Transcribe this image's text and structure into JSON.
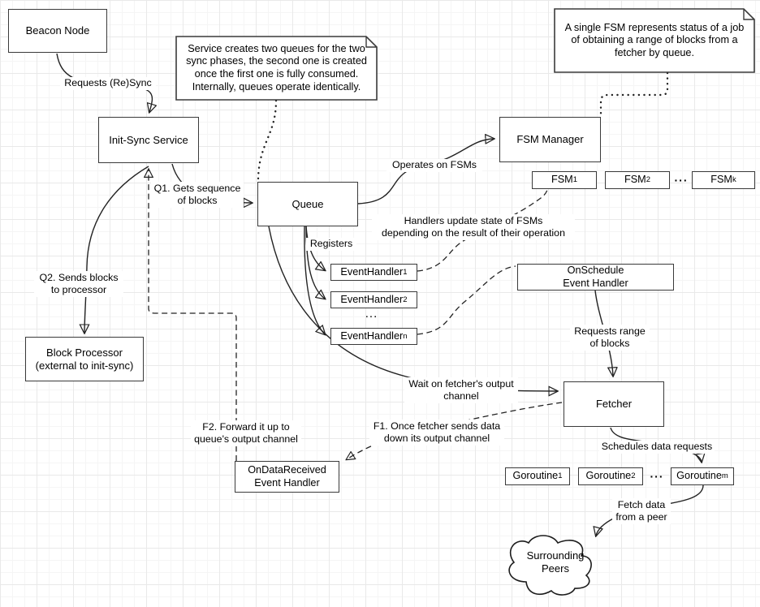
{
  "diagram": {
    "nodes": {
      "beacon_node": {
        "label": "Beacon Node"
      },
      "init_sync": {
        "label": "Init-Sync Service"
      },
      "fsm_manager": {
        "label": "FSM Manager"
      },
      "queue": {
        "label": "Queue"
      },
      "block_processor": {
        "label": "Block Processor\n(external to init-sync)"
      },
      "fetcher": {
        "label": "Fetcher"
      },
      "onschedule": {
        "label": "OnSchedule\nEvent Handler"
      },
      "ondatareceived": {
        "label": "OnDataReceived\nEvent Handler"
      },
      "surrounding_peers": {
        "label": "Surrounding\nPeers"
      },
      "fsm1": {
        "base": "FSM",
        "sub": "1"
      },
      "fsm2": {
        "base": "FSM",
        "sub": "2"
      },
      "fsmk": {
        "base": "FSM",
        "sub": "k"
      },
      "fsm_ellipsis": "···",
      "eh1": {
        "base": "EventHandler",
        "sub": "1"
      },
      "eh2": {
        "base": "EventHandler",
        "sub": "2"
      },
      "ehn": {
        "base": "EventHandler",
        "sub": "n"
      },
      "eh_ellipsis": "...",
      "goroutine1": {
        "base": "Goroutine",
        "sub": "1"
      },
      "goroutine2": {
        "base": "Goroutine",
        "sub": "2"
      },
      "goroutinem": {
        "base": "Goroutine",
        "sub": "m"
      },
      "goroutine_ellipsis": "···"
    },
    "notes": {
      "queues_note": "Service creates two queues for the two\nsync phases, the second one is created\nonce the first one is fully consumed.\nInternally, queues operate identically.",
      "fsm_note": "A single FSM represents status of a job\nof obtaining a range of blocks from a\nfetcher by queue."
    },
    "edge_labels": {
      "requests_resync": "Requests (Re)Sync",
      "q1": "Q1. Gets sequence\nof blocks",
      "q2": "Q2. Sends blocks\nto processor",
      "operates_on_fsms": "Operates on FSMs",
      "registers": "Registers",
      "handlers_update": "Handlers update state of FSMs\ndepending on the result of their operation",
      "requests_range": "Requests range\nof blocks",
      "wait_on_fetcher": "Wait on fetcher's output\nchannel",
      "f1": "F1. Once fetcher sends data\ndown its output channel",
      "f2": "F2. Forward it up to\nqueue's output channel",
      "schedules_requests": "Schedules data requests",
      "fetch_data": "Fetch data\nfrom a peer"
    },
    "colors": {
      "stroke": "#3a3a3a",
      "edge": "#222222",
      "text": "#000000",
      "canvas": "#ffffff",
      "grid_minor": "#f5f5f5",
      "grid_major": "#e9e9e9"
    }
  }
}
